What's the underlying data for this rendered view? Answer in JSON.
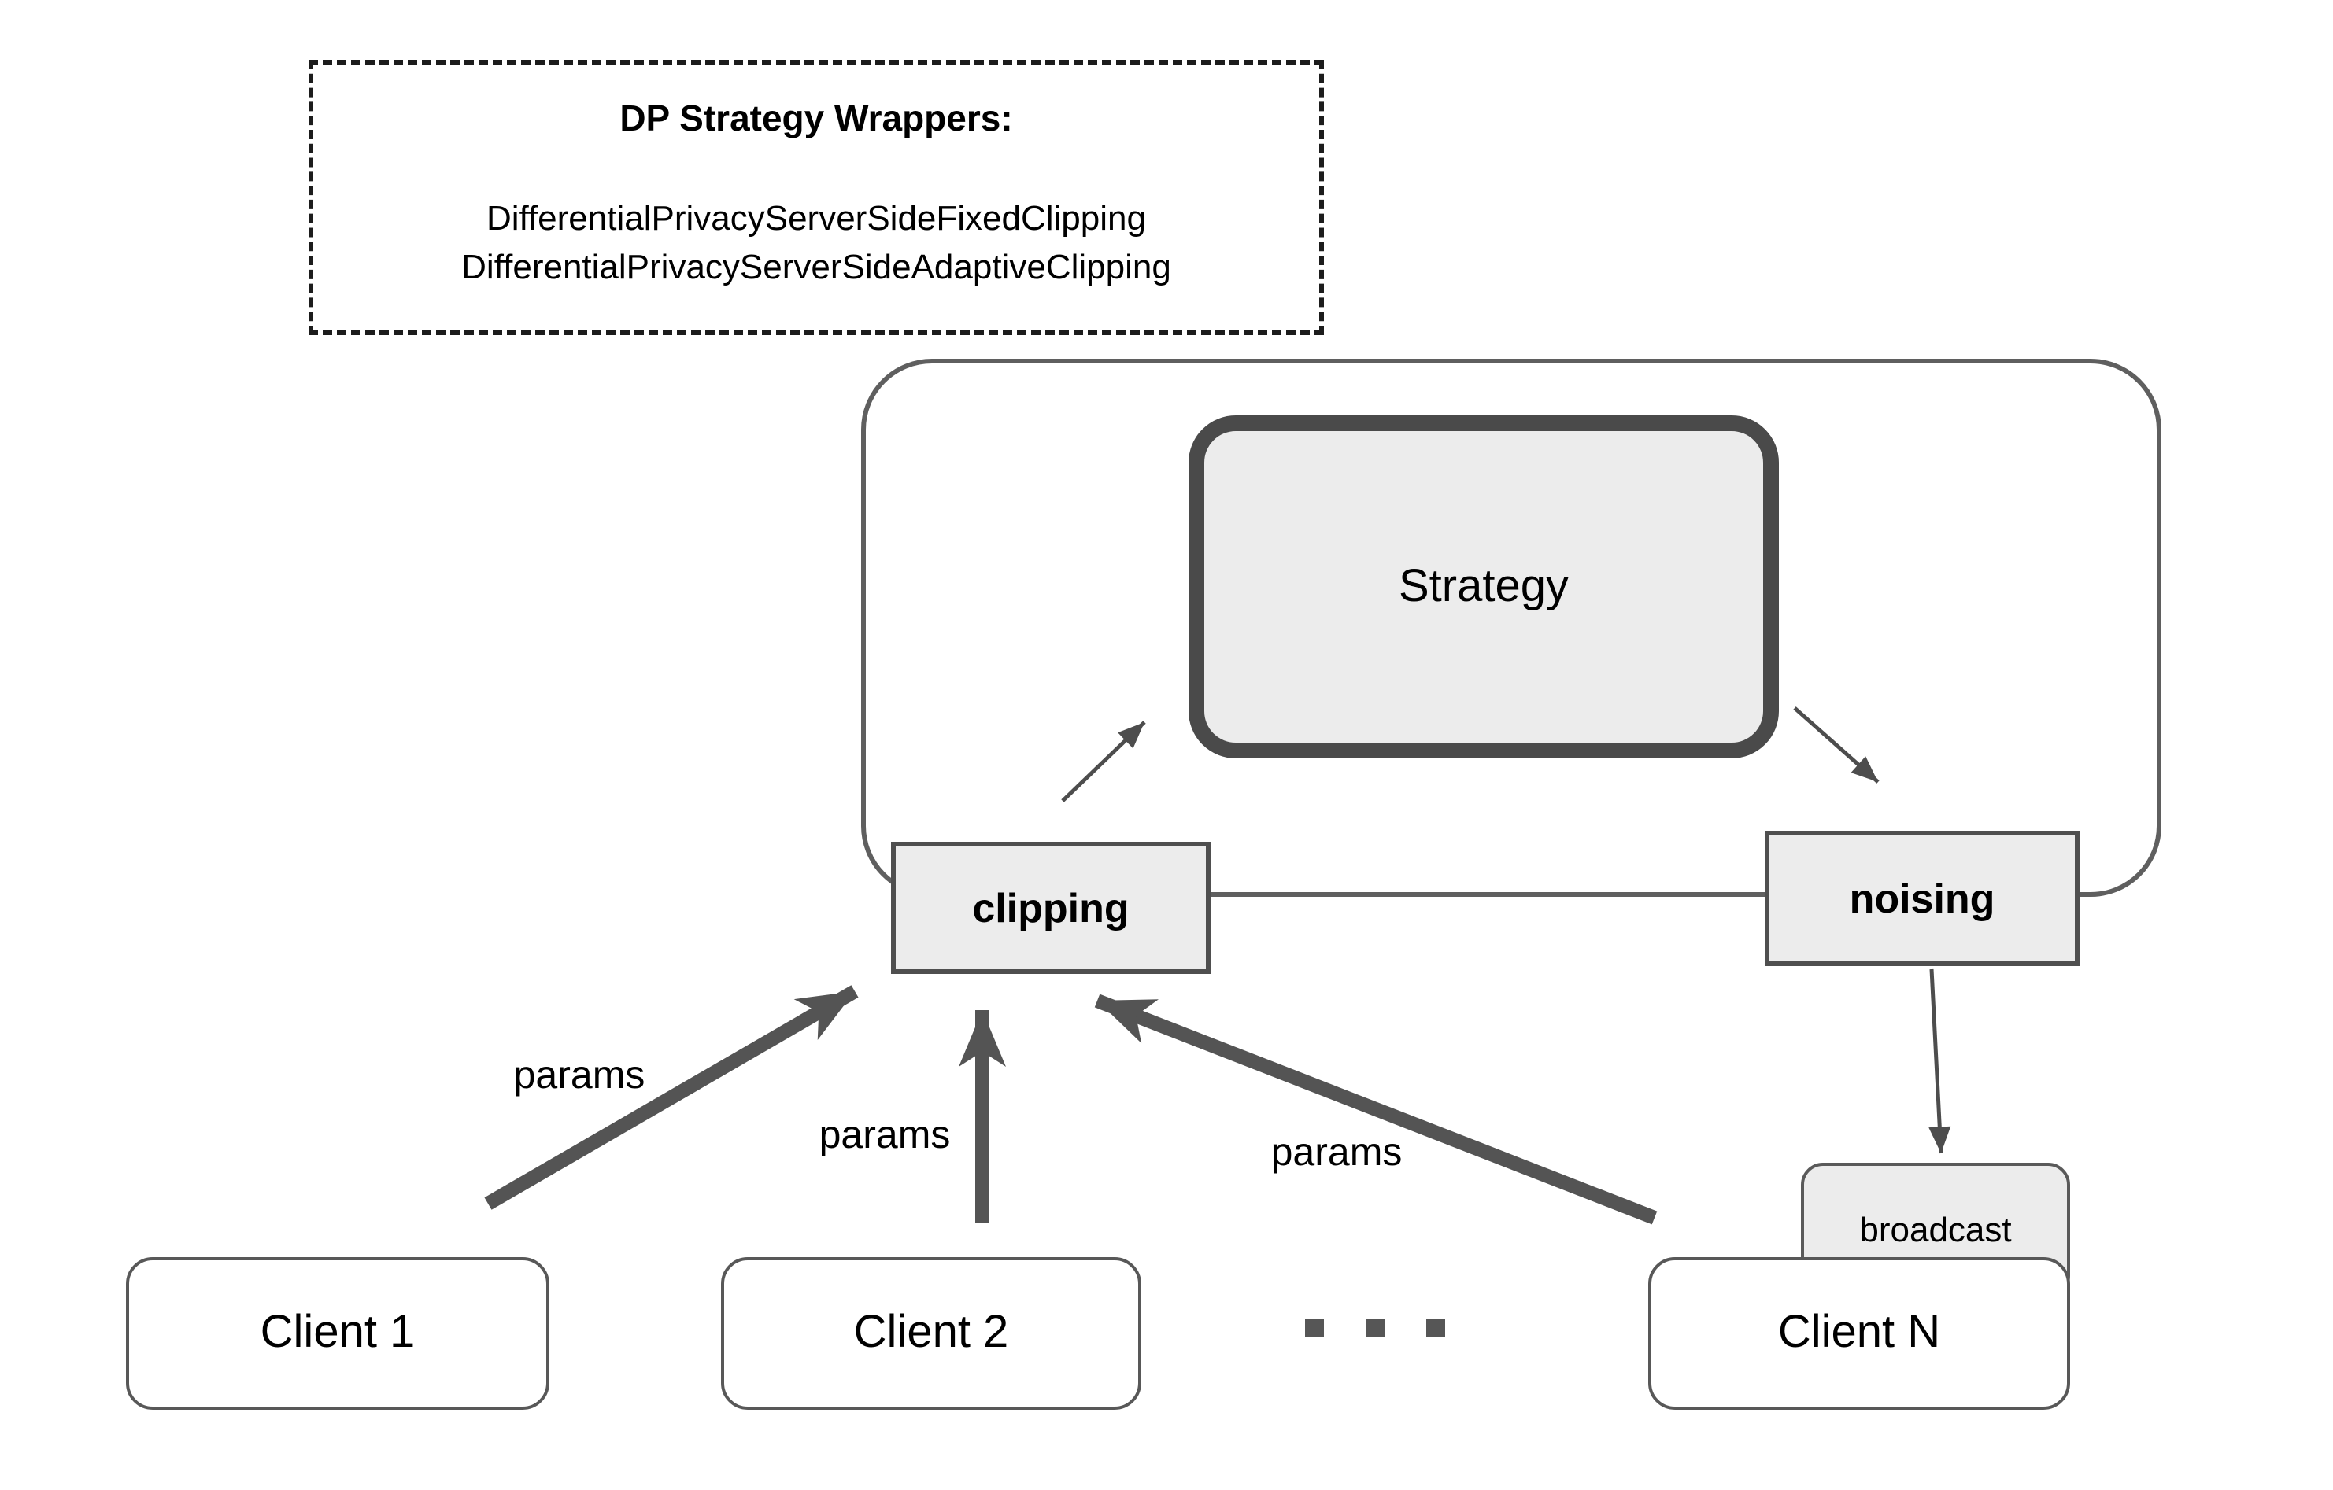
{
  "note": {
    "title": "DP Strategy Wrappers:",
    "wrapper_classes": [
      "DifferentialPrivacyServerSideFixedClipping",
      "DifferentialPrivacyServerSideAdaptiveClipping"
    ]
  },
  "server": {
    "strategy_label": "Strategy",
    "clipping_label": "clipping",
    "noising_label": "noising"
  },
  "broadcast_label": "broadcast",
  "clients": [
    {
      "label": "Client 1"
    },
    {
      "label": "Client 2"
    },
    {
      "label": "Client N"
    }
  ],
  "ellipsis": "...",
  "params_labels": [
    "params",
    "params",
    "params"
  ],
  "colors": {
    "background": "#ffffff",
    "box_fill": "#ececec",
    "strategy_border": "#4a4a4a",
    "container_border": "#5f5f5f",
    "box_border": "#4f4f4f",
    "client_border": "#585858",
    "thick_arrow": "#545454",
    "thin_arrow": "#4d4d4d",
    "text": "#000000"
  }
}
